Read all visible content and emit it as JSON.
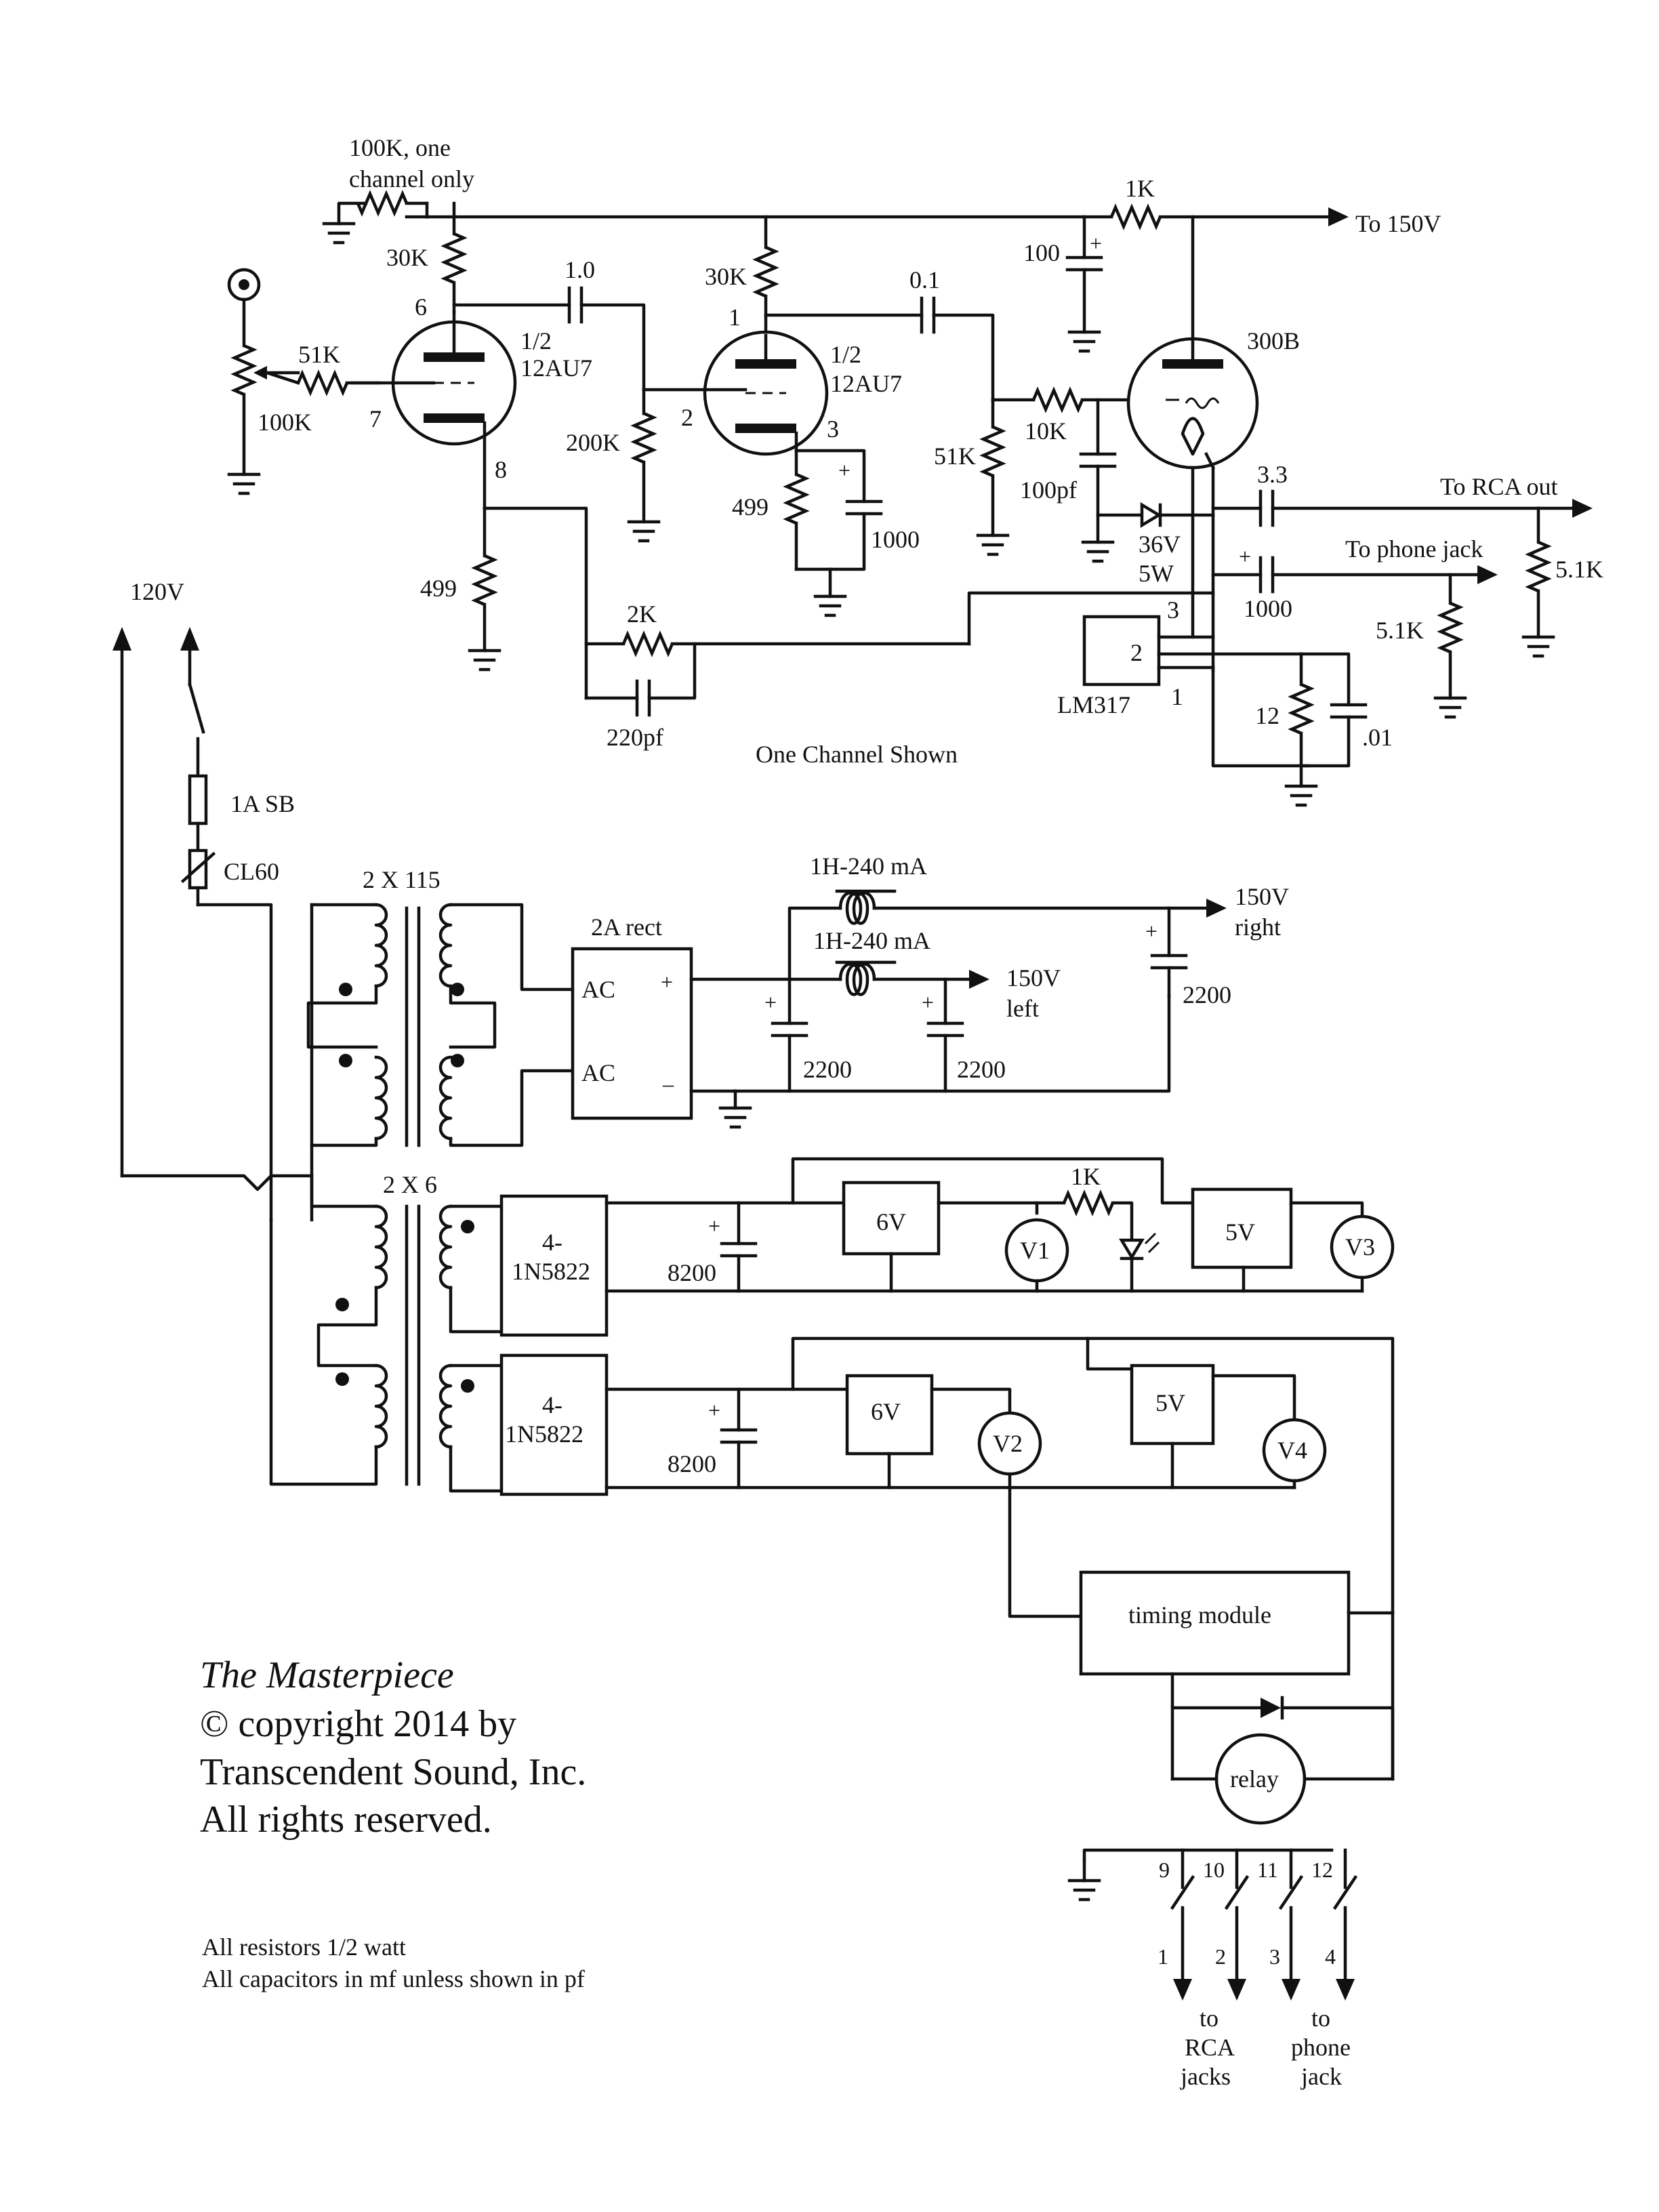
{
  "labels": {
    "r_100k_one": "100K, one",
    "r_100k_one_b": "channel only",
    "r_30k_a": "30K",
    "r_30k_b": "30K",
    "c_1_0": "1.0",
    "c_0_1": "0.1",
    "r_1k_top": "1K",
    "to_150v": "To 150V",
    "c_100": "100",
    "tube_300b": "300B",
    "tube1_half": "1/2",
    "tube1_name": "12AU7",
    "tube2_half": "1/2",
    "tube2_name": "12AU7",
    "pin6": "6",
    "pin7": "7",
    "pin8": "8",
    "pin1": "1",
    "pin2": "2",
    "pin3": "3",
    "r_51k_in": "51K",
    "pot_100k": "100K",
    "r_200k": "200K",
    "r_499_a": "499",
    "r_499_b": "499",
    "c_1000_a": "1000",
    "r_51k_grid": "51K",
    "r_10k": "10K",
    "c_100pf": "100pf",
    "zener_36v": "36V",
    "zener_5w": "5W",
    "c_3_3": "3.3",
    "to_rca": "To RCA out",
    "to_phone": "To phone jack",
    "r_5_1k_a": "5.1K",
    "r_5_1k_b": "5.1K",
    "c_1000_b": "1000",
    "r_2k": "2K",
    "c_220pf": "220pf",
    "lm317": "LM317",
    "lm_pin1": "1",
    "lm_pin2": "2",
    "lm_pin3": "3",
    "r_12": "12",
    "c_01": ".01",
    "one_channel": "One Channel Shown",
    "mains": "120V",
    "fuse": "1A SB",
    "cl60": "CL60",
    "tx1": "2 X 115",
    "rect": "2A rect",
    "ac1": "AC",
    "ac2": "AC",
    "choke1": "1H-240 mA",
    "choke2": "1H-240 mA",
    "out_150v_right_a": "150V",
    "out_150v_right_b": "right",
    "out_150v_left_a": "150V",
    "out_150v_left_b": "left",
    "c_2200_a": "2200",
    "c_2200_b": "2200",
    "c_2200_c": "2200",
    "tx2": "2 X 6",
    "bridge1_a": "4-",
    "bridge1_b": "1N5822",
    "bridge2_a": "4-",
    "bridge2_b": "1N5822",
    "c_8200_a": "8200",
    "c_8200_b": "8200",
    "reg_6v_a": "6V",
    "reg_6v_b": "6V",
    "reg_5v_a": "5V",
    "reg_5v_b": "5V",
    "r_1k_led": "1K",
    "v1": "V1",
    "v2": "V2",
    "v3": "V3",
    "v4": "V4",
    "timing": "timing module",
    "relay": "relay",
    "contact9": "9",
    "contact10": "10",
    "contact11": "11",
    "contact12": "12",
    "contact1": "1",
    "contact2": "2",
    "contact3": "3",
    "contact4": "4",
    "to_rca_jacks_a": "to",
    "to_rca_jacks_b": "RCA",
    "to_rca_jacks_c": "jacks",
    "to_phone_jack_a": "to",
    "to_phone_jack_b": "phone",
    "to_phone_jack_c": "jack",
    "plus": "+",
    "minus": "–"
  },
  "footer": {
    "title": "The Masterpiece",
    "copyright": "© copyright 2014 by",
    "company": "Transcendent Sound, Inc.",
    "rights": "All rights reserved.",
    "note1": "All resistors 1/2 watt",
    "note2": "All capacitors in mf unless shown in pf"
  }
}
